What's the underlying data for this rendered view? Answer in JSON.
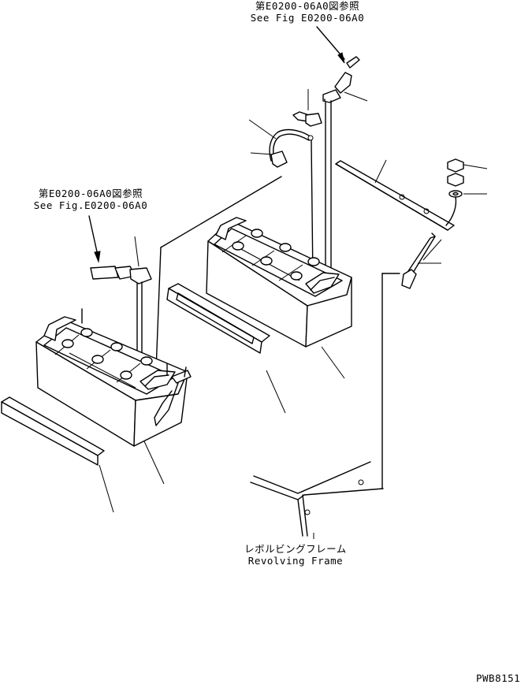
{
  "references": [
    {
      "ja": "第E0200-06A0図参照",
      "en": "See Fig E0200-06A0"
    },
    {
      "ja": "第E0200-06A0図参照",
      "en": "See Fig.E0200-06A0"
    }
  ],
  "frame_label": {
    "ja": "レボルビングフレーム",
    "en": "Revolving Frame"
  },
  "drawing_code": "PWB8151"
}
